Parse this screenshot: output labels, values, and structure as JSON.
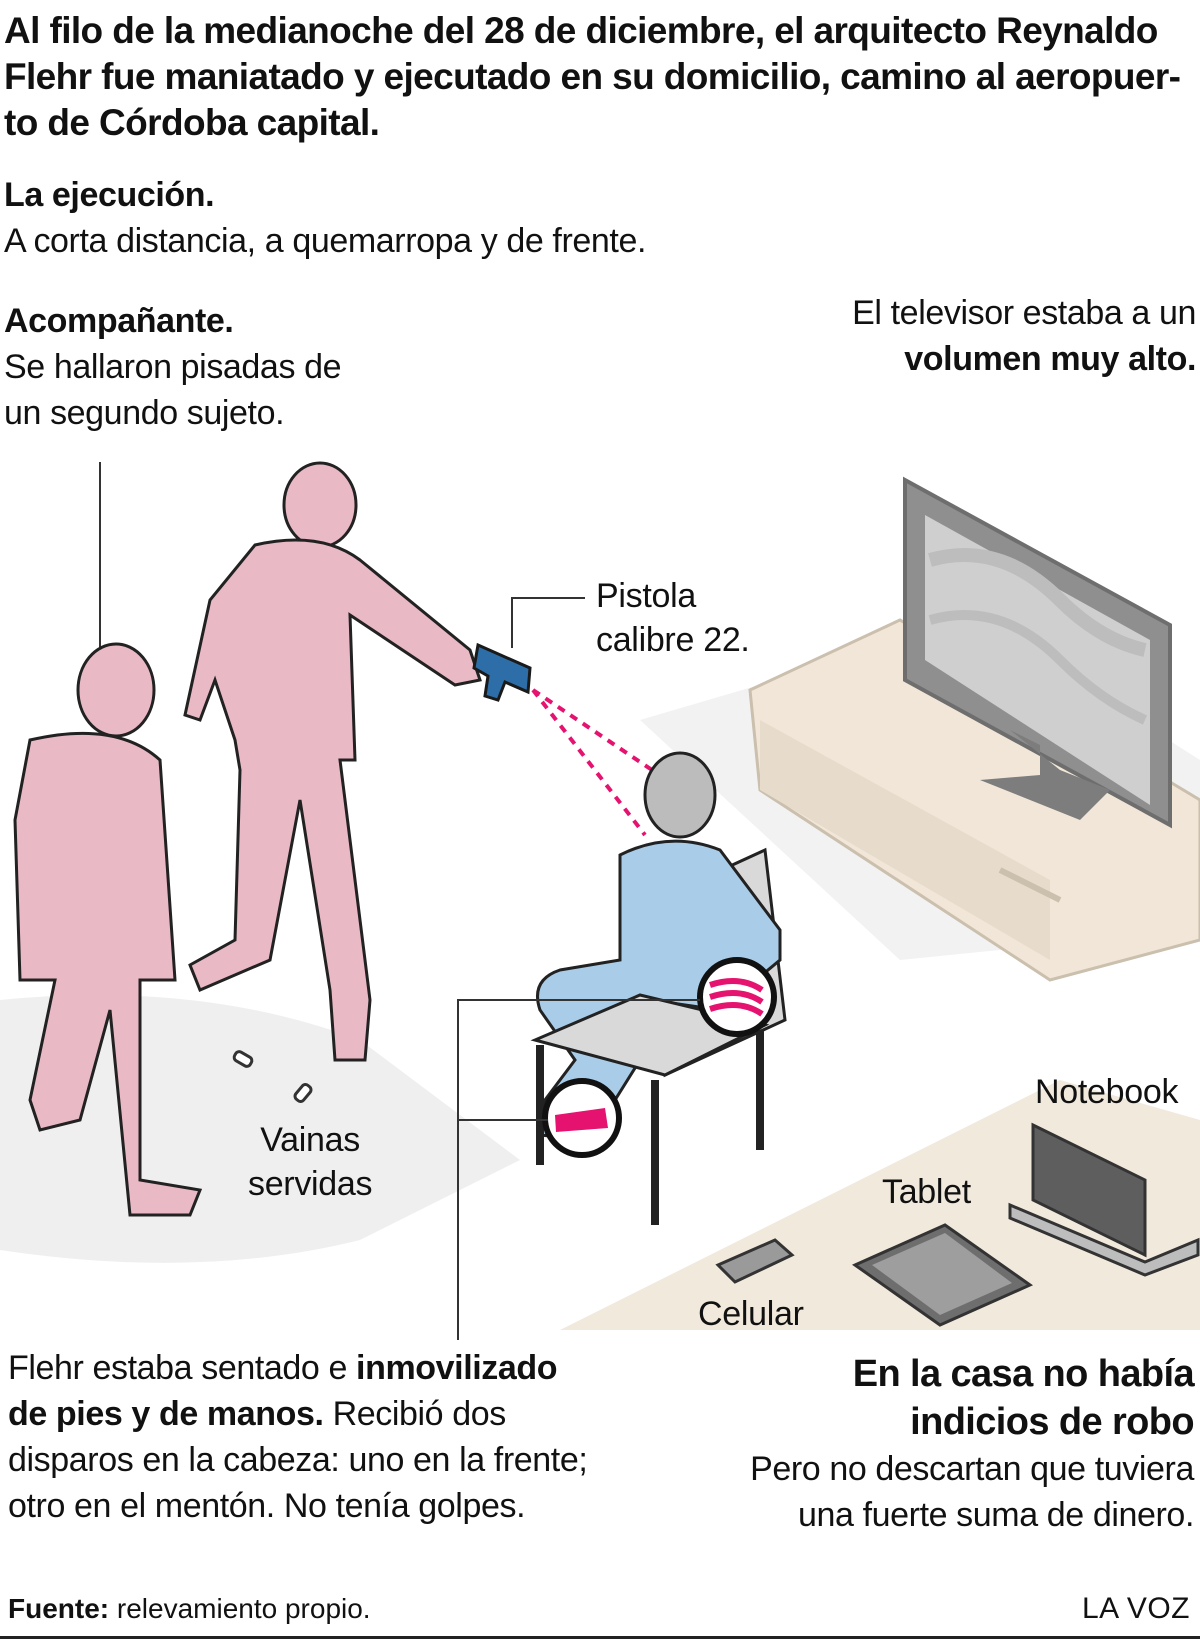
{
  "intro": "Al filo de la medianoche del 28 de diciembre, el arquitecto Reynaldo Flehr fue maniatado y ejecutado en su domicilio, camino al aeropuer-to de Córdoba capital.",
  "ejecucion": {
    "title": "La ejecución.",
    "text": "A corta distancia, a quemarropa y de frente."
  },
  "acompanante": {
    "title": "Acompañante.",
    "text_line1": "Se hallaron pisadas de",
    "text_line2": "un segundo sujeto."
  },
  "tv_note": {
    "line1": "El televisor estaba a un",
    "line2_bold": "volumen muy alto."
  },
  "labels": {
    "pistola_line1": "Pistola",
    "pistola_line2": "calibre 22.",
    "vainas_line1": "Vainas",
    "vainas_line2": "servidas",
    "notebook": "Notebook",
    "tablet": "Tablet",
    "celular": "Celular"
  },
  "flehr_block": {
    "line1_normal": "Flehr estaba sentado e ",
    "line1_bold": "inmovilizado",
    "line2_bold": "de pies y de manos.",
    "line2_normal": " Recibió dos",
    "line3": "disparos en la cabeza: uno en la frente;",
    "line4": "otro en el mentón. No tenía golpes."
  },
  "robo_block": {
    "title_line1": "En la casa no había",
    "title_line2": "indicios de robo",
    "text_line1": "Pero no descartan que tuviera",
    "text_line2": "una fuerte suma de dinero."
  },
  "footer": {
    "source_label": "Fuente:",
    "source_text": " relevamiento propio.",
    "brand": "LA VOZ"
  },
  "colors": {
    "suspect_fill": "#e9b9c6",
    "victim_fill": "#a9cde8",
    "highlight": "#e5136f",
    "gun": "#2d6ea8",
    "floor": "#f1e9dc",
    "tv": "#8f8f8f",
    "chair": "#d9d9d9"
  }
}
